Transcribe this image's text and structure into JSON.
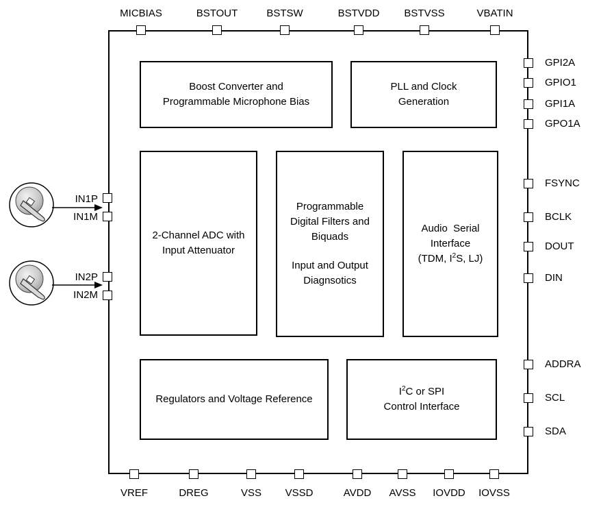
{
  "pins": {
    "top": [
      "MICBIAS",
      "BSTOUT",
      "BSTSW",
      "BSTVDD",
      "BSTVSS",
      "VBATIN"
    ],
    "right": [
      "GPI2A",
      "GPIO1",
      "GPI1A",
      "GPO1A",
      "FSYNC",
      "BCLK",
      "DOUT",
      "DIN",
      "ADDRA",
      "SCL",
      "SDA"
    ],
    "bottom": [
      "VREF",
      "DREG",
      "VSS",
      "VSSD",
      "AVDD",
      "AVSS",
      "IOVDD",
      "IOVSS"
    ],
    "left": [
      "IN1P",
      "IN1M",
      "IN2P",
      "IN2M"
    ]
  },
  "blocks": {
    "boost": {
      "line1": "Boost Converter and",
      "line2": "Programmable Microphone Bias"
    },
    "pll": {
      "line1": "PLL and Clock",
      "line2": "Generation"
    },
    "adc": {
      "line1": "2-Channel ADC with",
      "line2": "Input Attenuator"
    },
    "dsp": {
      "line1": "Programmable",
      "line2": "Digital Filters and",
      "line3": "Biquads",
      "line4": "Input and Output",
      "line5": "Diagnsotics"
    },
    "asi": {
      "line1": "Audio  Serial",
      "line2": "Interface",
      "line3_a": "(TDM, I",
      "line3_sup": "2",
      "line3_b": "S, LJ)"
    },
    "reg": {
      "line1": "Regulators and Voltage Reference"
    },
    "ctrl": {
      "line1_a": "I",
      "line1_sup": "2",
      "line1_b": "C or SPI",
      "line2": "Control Interface"
    }
  }
}
